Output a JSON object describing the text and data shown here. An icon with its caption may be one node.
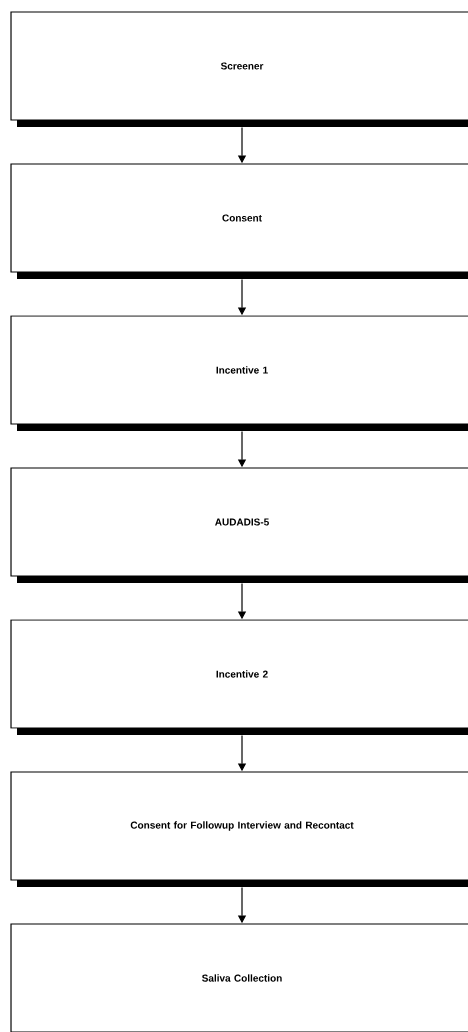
{
  "diagram": {
    "nodes": [
      {
        "text": [
          "Screener"
        ]
      },
      {
        "text": [
          "Consent"
        ]
      },
      {
        "text": [
          "Incentive 1"
        ]
      },
      {
        "text": [
          "AUDADIS-5"
        ]
      },
      {
        "text": [
          "Incentive 2"
        ]
      },
      {
        "text": [
          "Consent for Followup Interview and Recontact"
        ]
      },
      {
        "text": [
          "Saliva Collection"
        ]
      }
    ],
    "edges": [
      {
        "from": 0,
        "to": 1,
        "arrow": "to"
      },
      {
        "from": 1,
        "to": 2,
        "arrow": "to"
      },
      {
        "from": 2,
        "to": 3,
        "arrow": "to"
      },
      {
        "from": 3,
        "to": 4,
        "arrow": "to"
      },
      {
        "from": 4,
        "to": 5,
        "arrow": "to"
      },
      {
        "from": 5,
        "to": 6,
        "arrow": "to"
      }
    ]
  }
}
